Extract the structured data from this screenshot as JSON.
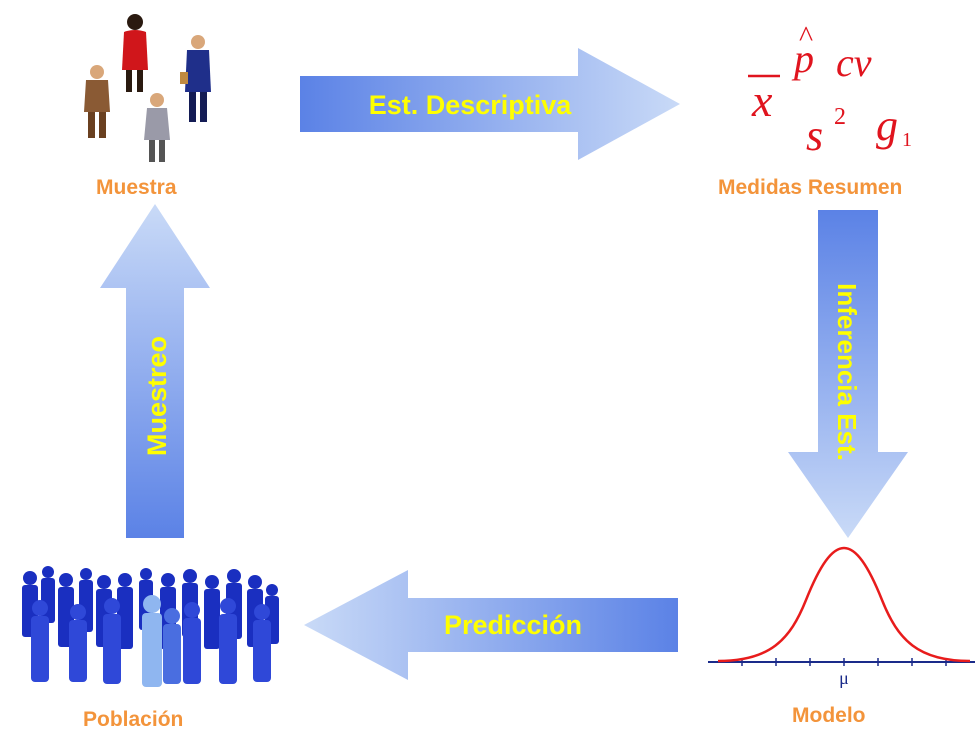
{
  "nodes": {
    "muestra": "Muestra",
    "medidas": "Medidas Resumen",
    "modelo": "Modelo",
    "poblacion": "Población"
  },
  "arrows": {
    "descriptiva": "Est. Descriptiva",
    "inferencia": "Inferencia Est.",
    "prediccion": "Predicción",
    "muestreo": "Muestreo"
  },
  "symbols": {
    "xbar": "x",
    "phat": "p",
    "hat": "^",
    "cv": "cv",
    "s": "s",
    "s_exp": "2",
    "g": "g",
    "g_sub": "1",
    "mu": "μ"
  },
  "colors": {
    "label_orange": "#f3943b",
    "arrow_text": "#ffff00",
    "arrow_dark": "#5b82e6",
    "arrow_light": "#c9daf7",
    "curve": "#e81c1c",
    "symbols": "#e0141e"
  },
  "icons": [
    "business-people-icon",
    "crowd-of-people-icon",
    "normal-curve-icon"
  ]
}
